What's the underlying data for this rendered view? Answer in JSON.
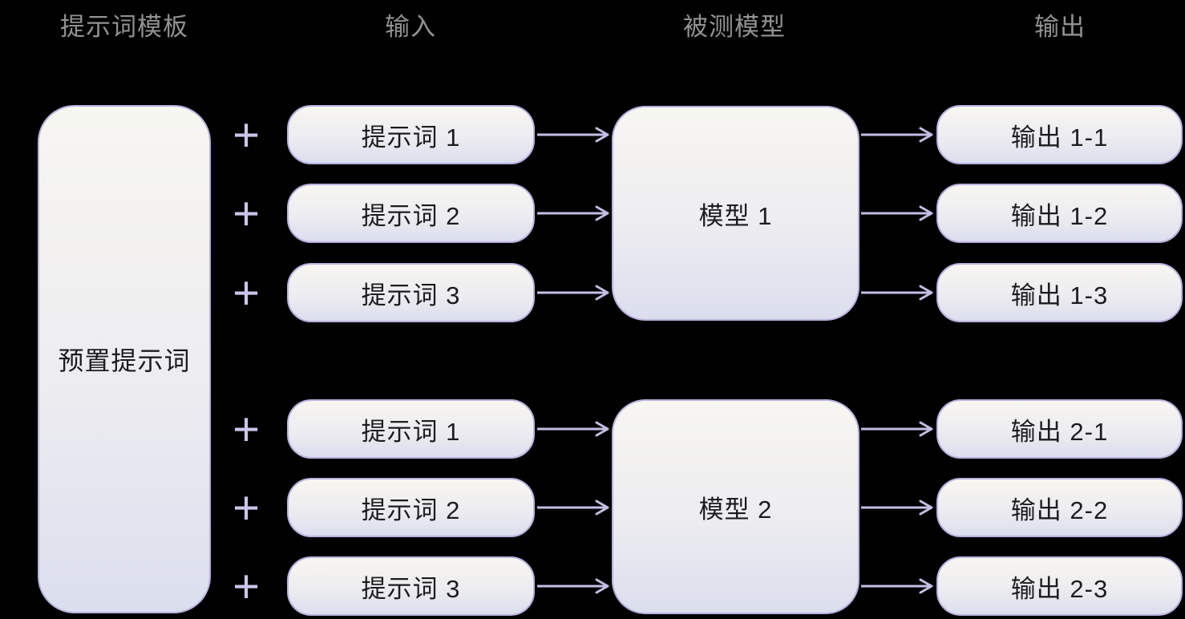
{
  "headers": [
    {
      "label": "提示词模板"
    },
    {
      "label": "输入"
    },
    {
      "label": "被测模型"
    },
    {
      "label": "输出"
    }
  ],
  "template_box": {
    "label": "预置提示词"
  },
  "plus": "+",
  "groups": [
    {
      "model": {
        "label": "模型 1"
      },
      "inputs": [
        {
          "label": "提示词 1"
        },
        {
          "label": "提示词 2"
        },
        {
          "label": "提示词 3"
        }
      ],
      "outputs": [
        {
          "label": "输出 1-1"
        },
        {
          "label": "输出 1-2"
        },
        {
          "label": "输出 1-3"
        }
      ]
    },
    {
      "model": {
        "label": "模型 2"
      },
      "inputs": [
        {
          "label": "提示词 1"
        },
        {
          "label": "提示词 2"
        },
        {
          "label": "提示词 3"
        }
      ],
      "outputs": [
        {
          "label": "输出 2-1"
        },
        {
          "label": "输出 2-2"
        },
        {
          "label": "输出 2-3"
        }
      ]
    }
  ],
  "colors": {
    "background": "#000000",
    "header_text": "#929292",
    "box_text": "#1c1c1e",
    "box_border": "#b9b1dd",
    "box_grad_top": "#f7f6f1",
    "box_grad_bottom": "#dbdeee",
    "arrow": "#c4bde4",
    "plus": "#cbc4ea"
  }
}
